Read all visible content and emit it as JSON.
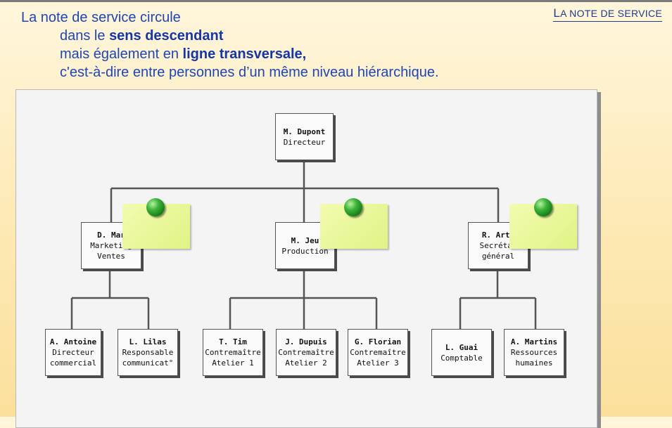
{
  "slide_tag": {
    "cap": "L",
    "rest": "A NOTE DE SERVICE"
  },
  "intro": {
    "line1": "La note de service circule",
    "line2_pre": "dans le ",
    "line2_bold": "sens descendant",
    "line3_pre": "mais également en ",
    "line3_bold": "ligne transversale,",
    "line4": "c'est-à-dire entre personnes d’un même niveau hiérarchique."
  },
  "org": {
    "director": {
      "name": "M. Dupont",
      "role1": "Directeur"
    },
    "managers": [
      {
        "name": "D. Mar",
        "role1": "Marketing",
        "role2": "Ventes"
      },
      {
        "name": "M. Jeu",
        "role1": "Production"
      },
      {
        "name": "R. Arth",
        "role1": "Secrétar",
        "role2": "général"
      }
    ],
    "staff": [
      {
        "name": "A. Antoine",
        "role1": "Directeur",
        "role2": "commercial"
      },
      {
        "name": "L. Lilas",
        "role1": "Responsable",
        "role2": "communicat°"
      },
      {
        "name": "T. Tim",
        "role1": "Contremaître",
        "role2": "Atelier 1"
      },
      {
        "name": "J. Dupuis",
        "role1": "Contremaître",
        "role2": "Atelier 2"
      },
      {
        "name": "G. Florian",
        "role1": "Contremaître",
        "role2": "Atelier 3"
      },
      {
        "name": "L. Guai",
        "role1": "Comptable"
      },
      {
        "name": "A. Martins",
        "role1": "Ressources",
        "role2": "humaines"
      }
    ]
  },
  "colors": {
    "text_blue": "#1e46b4",
    "note": "#e8f79a",
    "pin": "#2fa82f"
  },
  "icons": [
    "green-pushpin-icon"
  ]
}
